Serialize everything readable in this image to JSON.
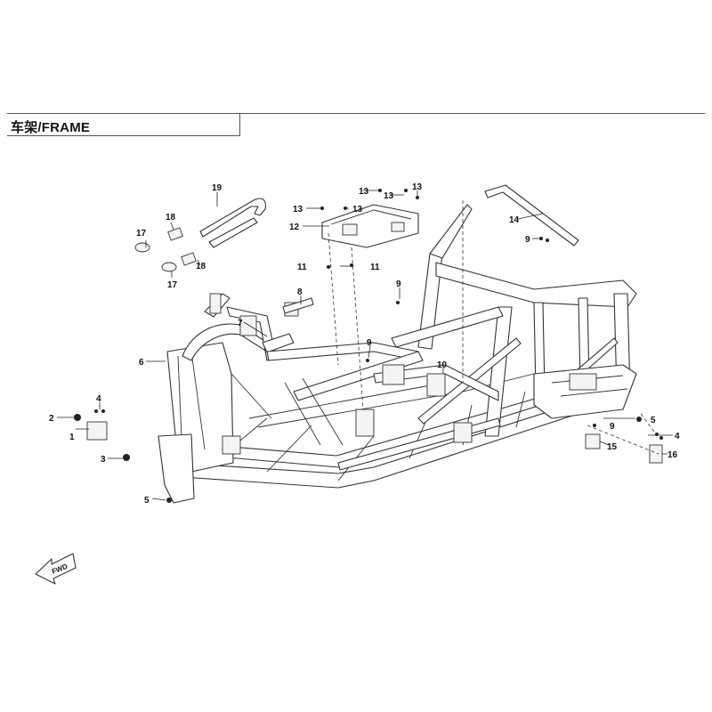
{
  "header": {
    "title": "车架/FRAME"
  },
  "diagram": {
    "fwd_label": "FWD",
    "callouts": [
      {
        "label": "1"
      },
      {
        "label": "2"
      },
      {
        "label": "3"
      },
      {
        "label": "4"
      },
      {
        "label": "4"
      },
      {
        "label": "5"
      },
      {
        "label": "5"
      },
      {
        "label": "6"
      },
      {
        "label": "7"
      },
      {
        "label": "8"
      },
      {
        "label": "9"
      },
      {
        "label": "9"
      },
      {
        "label": "9"
      },
      {
        "label": "9"
      },
      {
        "label": "10"
      },
      {
        "label": "11"
      },
      {
        "label": "11"
      },
      {
        "label": "12"
      },
      {
        "label": "13"
      },
      {
        "label": "13"
      },
      {
        "label": "13"
      },
      {
        "label": "13"
      },
      {
        "label": "13"
      },
      {
        "label": "14"
      },
      {
        "label": "15"
      },
      {
        "label": "16"
      },
      {
        "label": "17"
      },
      {
        "label": "17"
      },
      {
        "label": "18"
      },
      {
        "label": "18"
      },
      {
        "label": "19"
      }
    ]
  }
}
